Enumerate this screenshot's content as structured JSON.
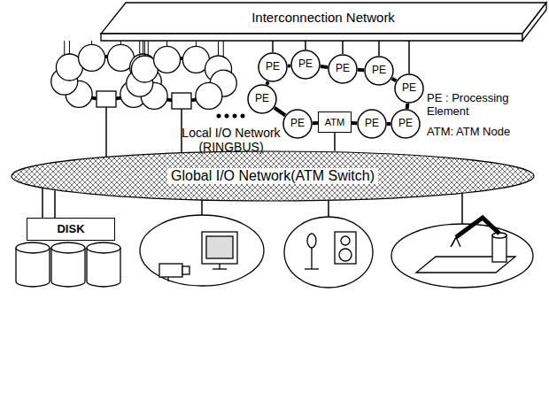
{
  "diagram": {
    "nodes": [
      {
        "text": [
          "Interconnection Network"
        ]
      },
      {
        "text": [
          "PE"
        ]
      },
      {
        "text": [
          "PE"
        ]
      },
      {
        "text": [
          "PE"
        ]
      },
      {
        "text": [
          "PE"
        ]
      },
      {
        "text": [
          "PE"
        ]
      },
      {
        "text": [
          "PE"
        ]
      },
      {
        "text": [
          "PE"
        ]
      },
      {
        "text": [
          "ATM"
        ]
      },
      {
        "text": [
          "PE"
        ]
      },
      {
        "text": [
          "PE"
        ]
      },
      {
        "text": [
          "Global I/O Network(ATM Switch)"
        ]
      },
      {
        "text": [
          "DISK"
        ]
      }
    ],
    "edges": [
      {
        "from": 1,
        "to": 2,
        "arrow": "none"
      },
      {
        "from": 2,
        "to": 3,
        "arrow": "none"
      },
      {
        "from": 3,
        "to": 4,
        "arrow": "none"
      },
      {
        "from": 4,
        "to": 5,
        "arrow": "none"
      },
      {
        "from": 5,
        "to": 6,
        "arrow": "none"
      },
      {
        "from": 6,
        "to": 7,
        "arrow": "none"
      },
      {
        "from": 7,
        "to": 8,
        "arrow": "none"
      },
      {
        "from": 8,
        "to": 9,
        "arrow": "none"
      },
      {
        "from": 9,
        "to": 10,
        "arrow": "none"
      },
      {
        "from": 10,
        "to": 1,
        "arrow": "none"
      },
      {
        "from": 0,
        "to": 1,
        "arrow": "none"
      },
      {
        "from": 0,
        "to": 2,
        "arrow": "none"
      },
      {
        "from": 0,
        "to": 3,
        "arrow": "none"
      },
      {
        "from": 0,
        "to": 4,
        "arrow": "none"
      },
      {
        "from": 0,
        "to": 5,
        "arrow": "none"
      },
      {
        "from": 8,
        "to": 11,
        "arrow": "none"
      },
      {
        "from": 11,
        "to": 12,
        "arrow": "none"
      },
      {
        "from": 11,
        "to": 12,
        "arrow": "none"
      }
    ],
    "labels": [
      "Local I/O Network (RINGBUS)",
      "PE : Processing Element",
      "ATM: ATM Node"
    ]
  }
}
